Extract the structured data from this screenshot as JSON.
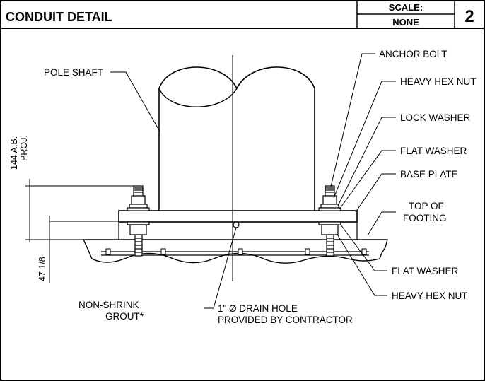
{
  "header": {
    "title": "CONDUIT DETAIL",
    "scale_label": "SCALE:",
    "scale_value": "NONE",
    "detail_number": "2"
  },
  "labels": {
    "pole_shaft": "POLE SHAFT",
    "anchor_bolt": "ANCHOR BOLT",
    "heavy_hex_nut_top": "HEAVY HEX NUT",
    "lock_washer": "LOCK WASHER",
    "flat_washer_top": "FLAT WASHER",
    "base_plate": "BASE PLATE",
    "top_of_footing_1": "TOP OF",
    "top_of_footing_2": "FOOTING",
    "flat_washer_bottom": "FLAT WASHER",
    "heavy_hex_nut_bottom": "HEAVY HEX NUT",
    "grout_1": "NON-SHRINK",
    "grout_2": "GROUT*",
    "drain_1": "1\" Ø   DRAIN HOLE",
    "drain_2": "PROVIDED BY CONTRACTOR"
  },
  "dimensions": {
    "ab_proj_1": "144 A.B.",
    "ab_proj_2": "PROJ.",
    "grout_depth": "47 1/8"
  }
}
